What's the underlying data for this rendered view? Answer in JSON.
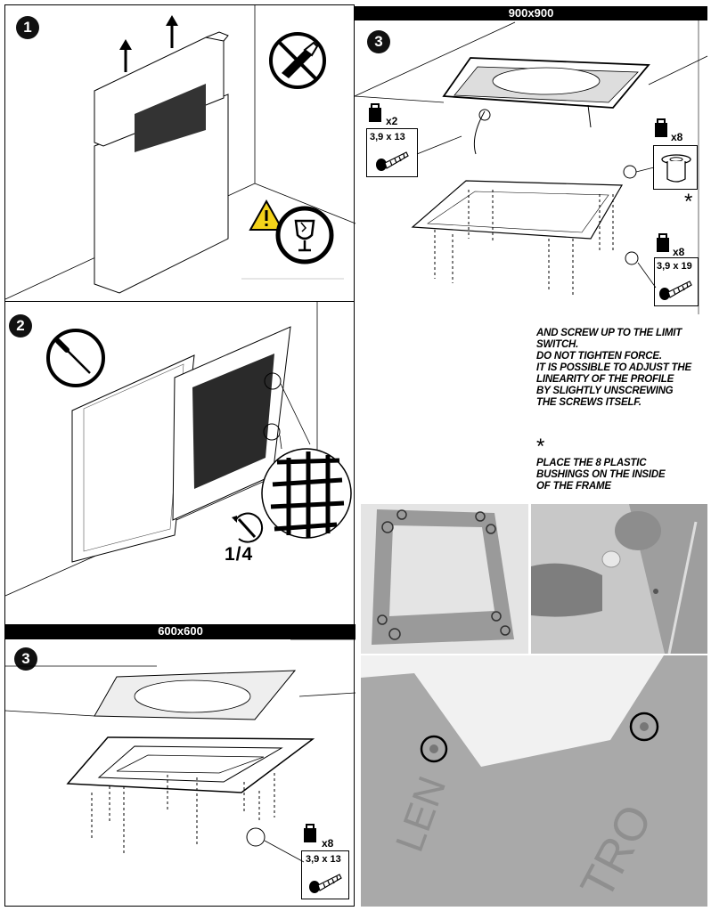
{
  "steps": {
    "step1": "1",
    "step2": "2",
    "step3_600": "3",
    "step3_900": "3"
  },
  "banners": {
    "size_900": "900x900",
    "size_600": "600x600"
  },
  "step2": {
    "rotation_label": "1/4"
  },
  "hardware_900": {
    "screw_small": {
      "qty": "x2",
      "size": "3,9 x 13"
    },
    "bushing": {
      "qty": "x8"
    },
    "screw_large": {
      "qty": "x8",
      "size": "3,9 x 19"
    },
    "asterisk": "*"
  },
  "hardware_600": {
    "screw": {
      "qty": "x8",
      "size": "3,9 x 13"
    }
  },
  "instructions": {
    "screw_note": [
      "AND SCREW UP TO THE LIMIT",
      "SWITCH.",
      "DO NOT TIGHTEN FORCE.",
      "IT IS POSSIBLE TO ADJUST THE",
      "LINEARITY OF THE PROFILE",
      "BY SLIGHTLY UNSCREWING",
      "THE SCREWS ITSELF."
    ],
    "asterisk": "*",
    "bushing_note": [
      "PLACE THE 8 PLASTIC",
      "BUSHINGS ON THE INSIDE",
      "OF THE FRAME"
    ]
  },
  "photo_text": {
    "frame_print_1": "LEN",
    "frame_print_2": "TRO"
  },
  "colors": {
    "warning_yellow": "#f3d21a",
    "banner_black": "#000000",
    "photo_gray": "#a9a9a9"
  },
  "icons": [
    "no-cutter-icon",
    "warning-triangle-icon",
    "fragile-glass-icon",
    "screwdriver-icon",
    "rotate-quarter-icon",
    "bag-icon",
    "screw-icon",
    "bushing-icon"
  ]
}
